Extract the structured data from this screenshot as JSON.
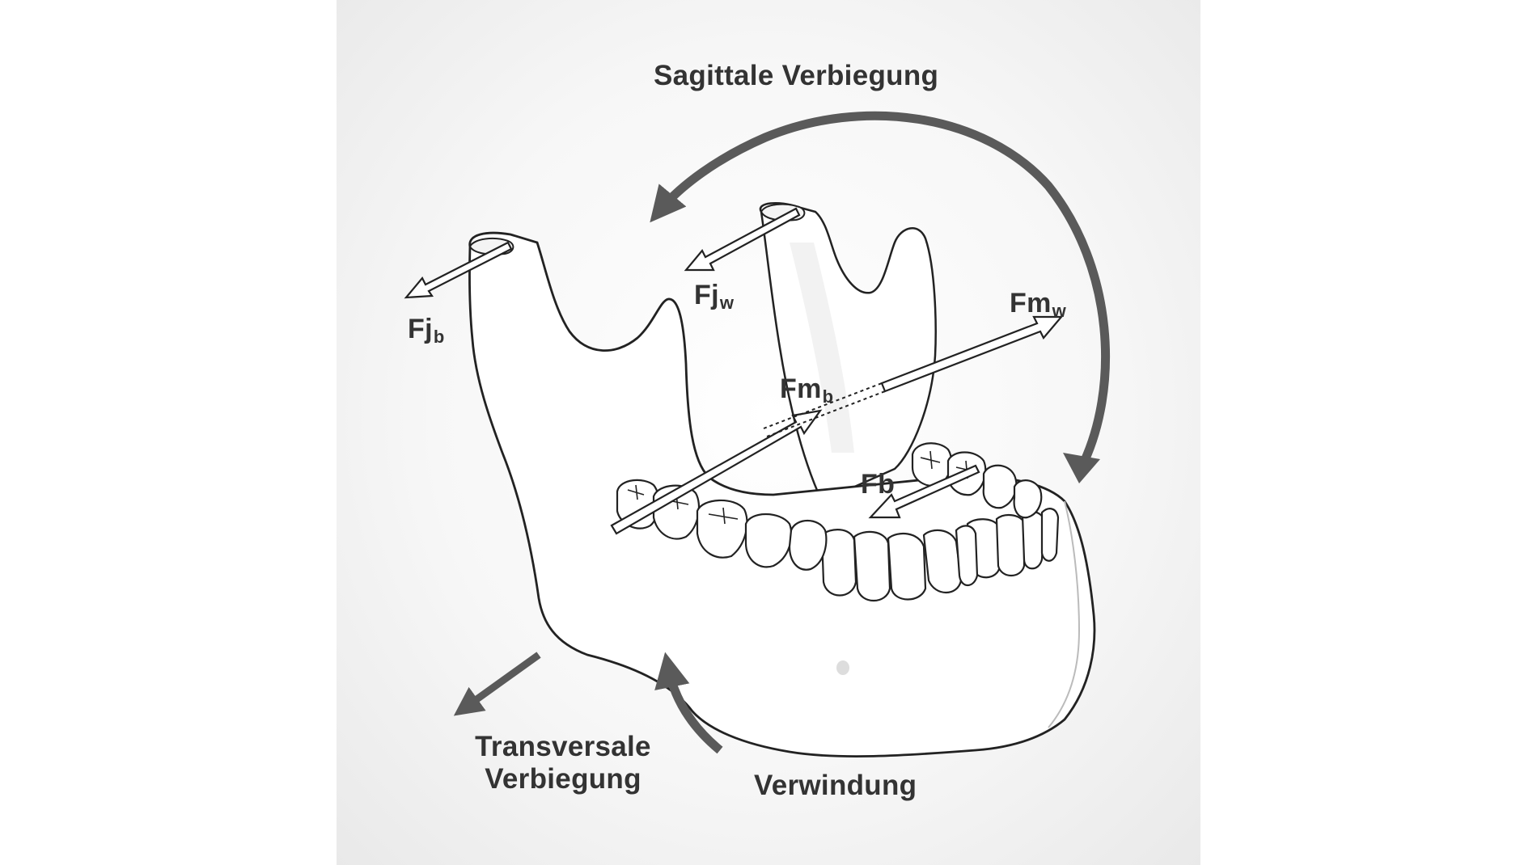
{
  "labels": {
    "sagittal": "Sagittale Verbiegung",
    "transversal_line1": "Transversale",
    "transversal_line2": "Verbiegung",
    "torsion": "Verwindung"
  },
  "forces": {
    "fj_b": {
      "main": "Fj",
      "sub": "b"
    },
    "fj_w": {
      "main": "Fj",
      "sub": "w"
    },
    "fm_b": {
      "main": "Fm",
      "sub": "b"
    },
    "fm_w": {
      "main": "Fm",
      "sub": "w"
    },
    "fb": {
      "main": "Fb",
      "sub": ""
    }
  },
  "colors": {
    "panel_background": "#f2f2f2",
    "bone_outline": "#222222",
    "moment_arrow": "#555555",
    "label_text": "#333333"
  }
}
